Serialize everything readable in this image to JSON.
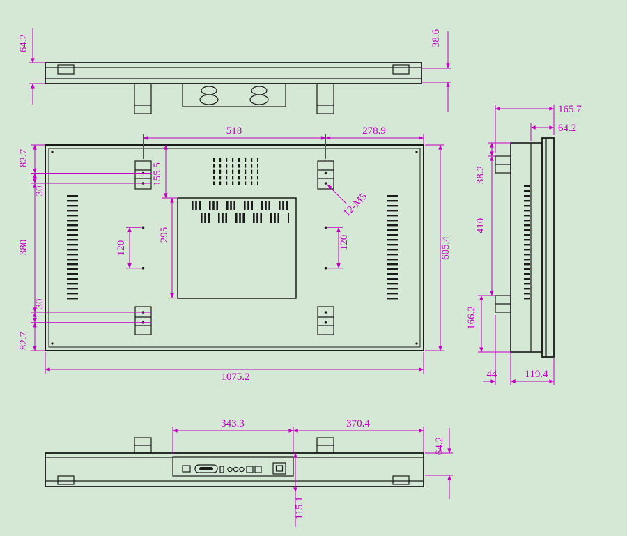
{
  "meta": {
    "title": "flat-panel-display-dimension-drawing"
  },
  "colors": {
    "background": "#d5e8d5",
    "line": "#1a1a1a",
    "dimension": "#c400c4"
  },
  "views": {
    "top": {
      "label": "top-view",
      "dims": {
        "overall_thickness": "64.2",
        "front_thickness": "38.6"
      }
    },
    "back": {
      "label": "back-view",
      "dims": {
        "mount_span": "518",
        "mount_to_edge": "278.9",
        "plate_offset": "155.5",
        "plate_height": "295",
        "pitch_left": "120",
        "pitch_right": "120",
        "thread_callout": "12-M5",
        "overall_height": "605.4",
        "margin_top": "82.7",
        "pitch_top": "30",
        "bracket_span": "380",
        "pitch_bottom": "30",
        "margin_bottom": "82.7",
        "overall_width": "1075.2"
      }
    },
    "side": {
      "label": "side-view",
      "dims": {
        "overall_depth": "165.7",
        "body_depth": "64.2",
        "top_offset": "38.2",
        "bracket_span": "410",
        "bottom_offset": "166.2",
        "mount_depth": "44",
        "front_depth": "119.4"
      }
    },
    "bottom": {
      "label": "bottom-view",
      "dims": {
        "port_panel_width": "343.3",
        "panel_to_edge": "370.4",
        "thickness": "64.2",
        "port_offset": "115.1"
      }
    }
  }
}
